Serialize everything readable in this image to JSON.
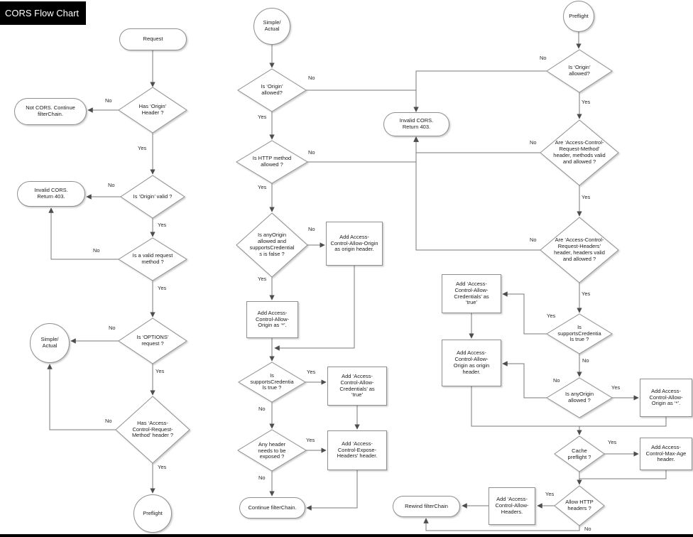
{
  "title": "CORS Flow Chart",
  "labels": {
    "yes": "Yes",
    "no": "No"
  },
  "colors": {
    "line": "#7a7a7a",
    "arrow": "#4d4d4d",
    "shape_border": "#8f8f8f",
    "title_bg": "#000000",
    "title_fg": "#ffffff"
  },
  "nodes": {
    "request": "Request",
    "has_origin_header": "Has ‘Origin’ Header ?",
    "not_cors": "Not CORS. Continue filterChain.",
    "is_origin_valid": "Is ‘Origin’ valid ?",
    "invalid_cors_1": "Invalid CORS. Return 403.",
    "is_valid_request_method": "Is a valid request method ?",
    "is_options_request": "Is ‘OPTIONS’ request ?",
    "simple_actual_1": "Simple/ Actual",
    "has_acr_method_header": "Has ‘Access-Control-Request-Method’ header ?",
    "preflight_1": "Preflight",
    "simple_actual_2": "Simple/ Actual",
    "is_origin_allowed_simple": "Is ‘Origin’ allowed?",
    "is_http_method_allowed": "Is HTTP method allowed ?",
    "is_anyorigin_and_supports_false": "Is anyOrigin allowed and supportsCredentials is false ?",
    "add_acao_origin_simple": "Add Access-Control-Allow-Origin as origin header.",
    "add_acao_star_simple": "Add Access-Control-Allow-Origin as ‘*’.",
    "is_supports_cred_simple": "Is supportsCredentials true ?",
    "add_acac_simple": "Add ‘Access-Control-Allow-Credentials’ as ‘true’",
    "any_header_exposed": "Any header needs to be exposed ?",
    "add_expose_headers": "Add ‘Access-Control-Expose-Headers’ header.",
    "continue_filterchain": "Continue filterChain.",
    "invalid_cors_2": "Invalid CORS. Return 403.",
    "preflight_2": "Preflight",
    "is_origin_allowed_preflight": "Is ‘Origin’ allowed?",
    "are_acrm_valid": "Are ‘Access-Control-Request-Method’ header, methods valid and allowed ?",
    "are_acrh_valid": "Are ‘Access-Control-Request-Headers’ header, headers valid and allowed ?",
    "is_supports_cred_preflight": "Is supportsCredentials true ?",
    "add_acac_preflight": "Add ‘Access-Control-Allow-Credentials’ as ‘true’",
    "add_acao_origin_preflight": "Add Access-Control-Allow-Origin as origin header.",
    "is_anyorigin_allowed": "Is anyOrigin allowed ?",
    "add_acao_star_preflight": "Add Access-Control-Allow-Origin as ‘*’.",
    "cache_preflight": "Cache preflight ?",
    "add_max_age": "Add Access-Control-Max-Age header.",
    "allow_http_headers": "Allow HTTP headers ?",
    "add_allow_headers": "Add ‘Access-Control-Allow-Headers.",
    "rewind_filterchain": "Rewind filterChain"
  }
}
